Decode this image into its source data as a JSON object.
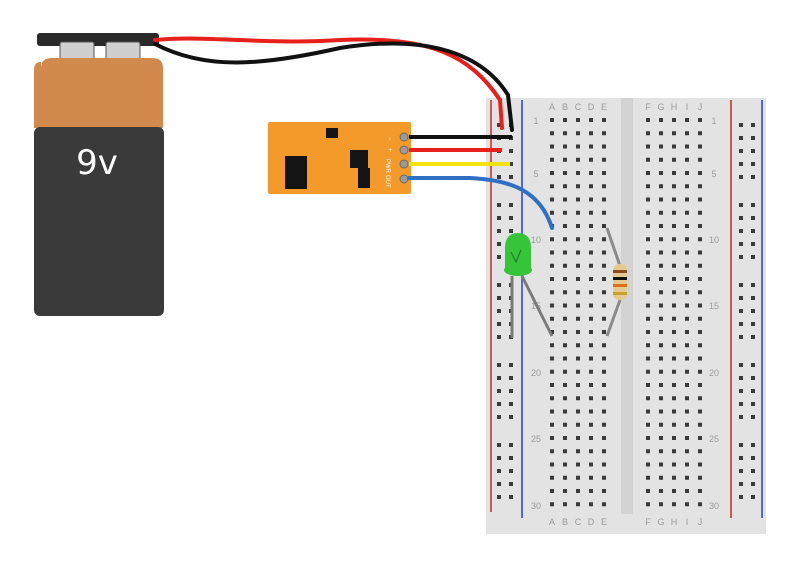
{
  "battery": {
    "label": "9v",
    "top_color": "#d1894e",
    "body_color": "#3a3a3a"
  },
  "module": {
    "pin_labels": [
      "−",
      "+",
      "PWR",
      "OUT"
    ],
    "color": "#f39a2a"
  },
  "breadboard": {
    "columns_left": [
      "A",
      "B",
      "C",
      "D",
      "E"
    ],
    "columns_right": [
      "F",
      "G",
      "H",
      "I",
      "J"
    ],
    "row_numbers": [
      "1",
      "5",
      "10",
      "15",
      "20",
      "25",
      "30"
    ],
    "rail_red": "#d0281c",
    "rail_blue": "#2b3fc4"
  },
  "wires": {
    "red": "#e8201c",
    "black": "#111111",
    "yellow": "#f2e20f",
    "blue": "#2f6fc4"
  },
  "led": {
    "color": "#35c43a"
  },
  "resistor": {
    "bands": [
      "#8a4b1a",
      "#111111",
      "#d9731a",
      "#c7a22c"
    ]
  }
}
